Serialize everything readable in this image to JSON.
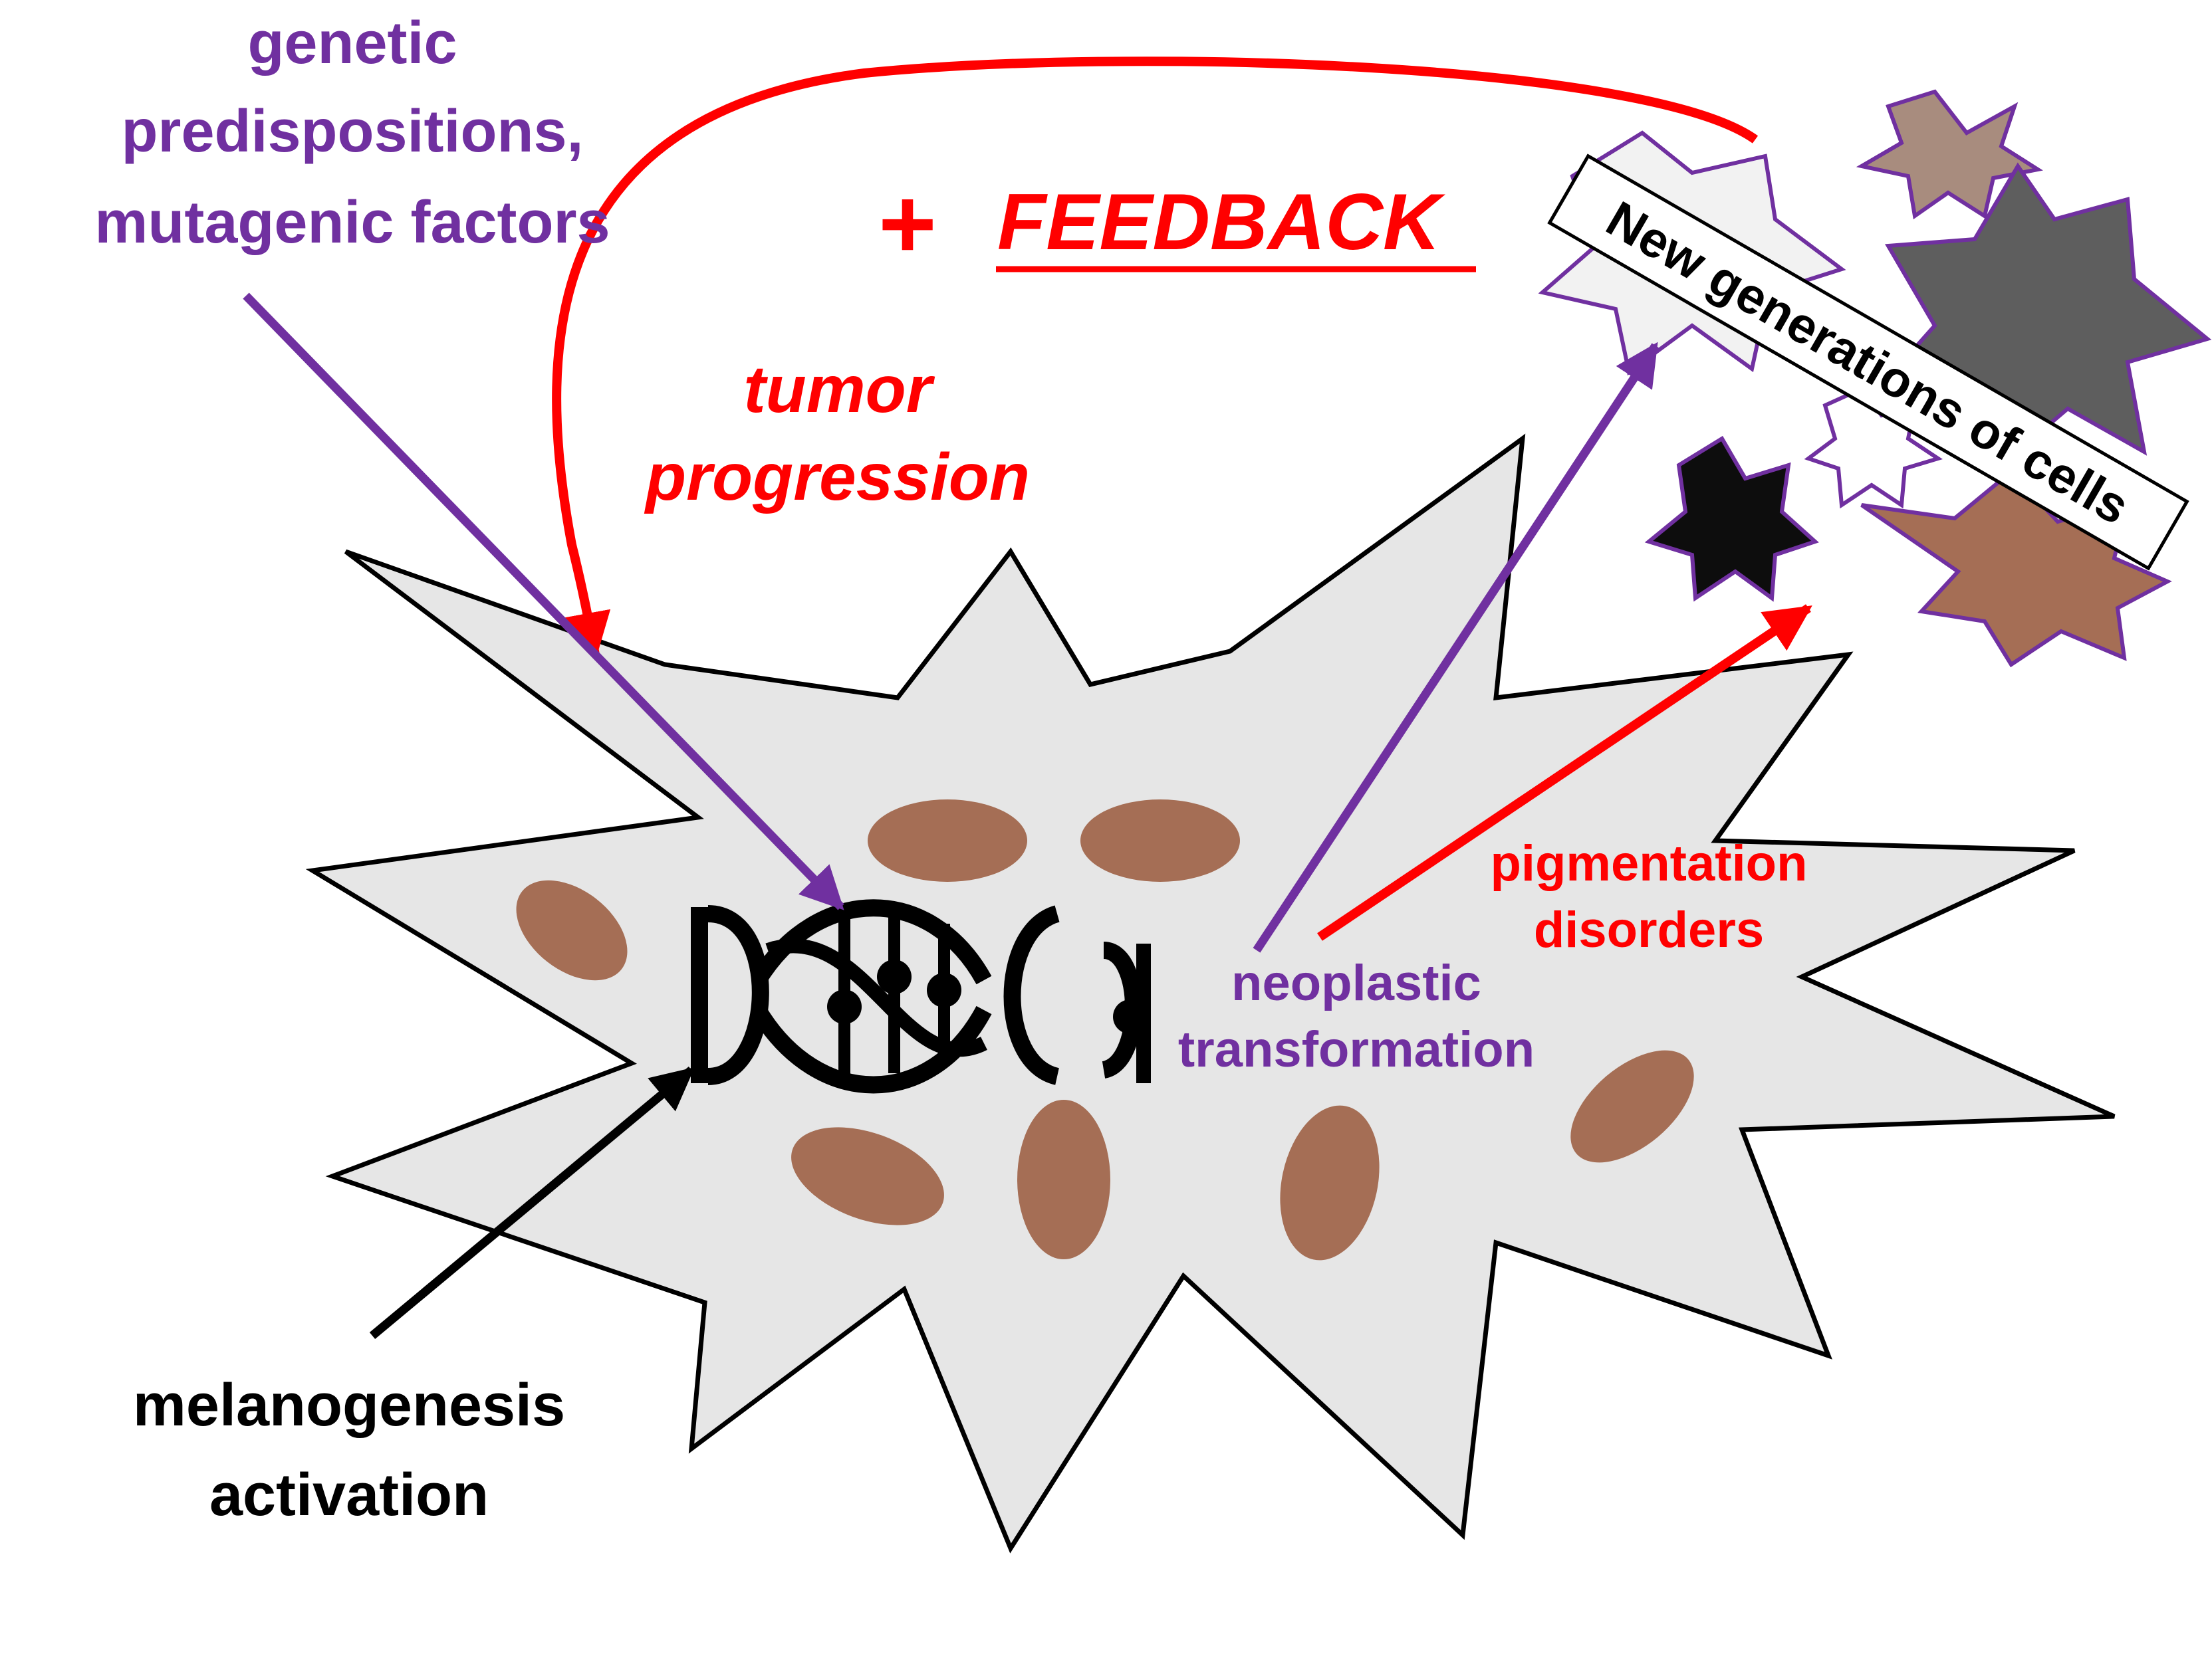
{
  "labels": {
    "genetic": [
      "genetic",
      "predispositions,",
      "mutagenic factors"
    ],
    "plus": "+",
    "feedback": "FEEDBACK",
    "tumor": [
      "tumor",
      "progression"
    ],
    "new_generations": "New generations of cells",
    "neoplastic": [
      "neoplastic",
      "transformation"
    ],
    "pigmentation": [
      "pigmentation",
      "disorders"
    ],
    "melanogenesis": [
      "melanogenesis",
      "activation"
    ]
  },
  "colors": {
    "purple": "#7030a0",
    "red": "#ff0000",
    "black": "#000000",
    "cell_fill": "#e6e6e6",
    "melanosome": "#a56e55",
    "star_taupe": "#a88c7e",
    "star_dark_gray": "#5e5e5e",
    "star_black": "#0d0d0d",
    "star_white": "#ffffff",
    "star_light": "#f2f2f2"
  },
  "icons": {
    "dna": "dna-double-helix-icon"
  }
}
